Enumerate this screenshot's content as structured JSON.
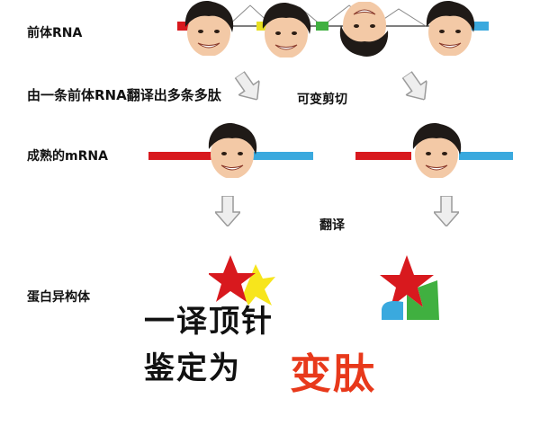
{
  "labels": {
    "precursor_rna": "前体RNA",
    "one_precursor_many_peptides": "由一条前体RNA翻译出多条多肽",
    "alternative_splicing": "可变剪切",
    "mature_mrna": "成熟的mRNA",
    "translation": "翻译",
    "protein_isoforms": "蛋白异构体"
  },
  "caption": {
    "line1": "一译顶针",
    "line2": "鉴定为",
    "highlight": "变肽"
  },
  "colors": {
    "exon_red": "#d8191e",
    "exon_blue": "#3aa9de",
    "highlight": "#e8391b",
    "arrow_gray": "#9a9a9a"
  },
  "icons": [
    "face-sticker",
    "down-arrow",
    "star-shape"
  ]
}
